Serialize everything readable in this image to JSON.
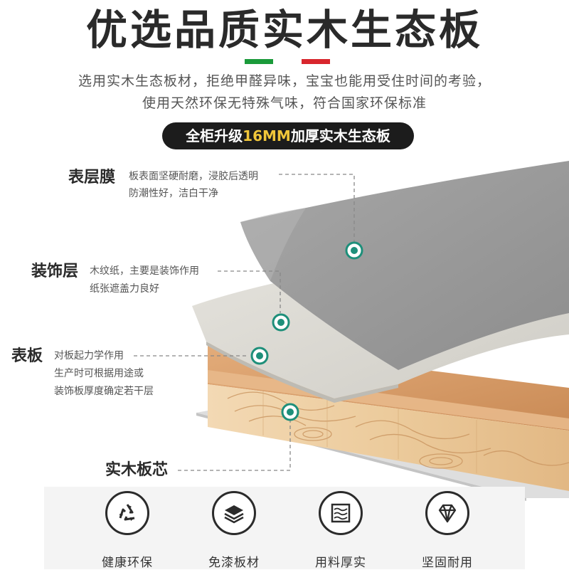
{
  "header": {
    "title": "优选品质实木生态板",
    "subtitle_line1": "选用实木生态板材，拒绝甲醛异味，宝宝也能用受住时间的考验，",
    "subtitle_line2": "使用天然环保无特殊气味，符合国家环保标准",
    "pill_prefix": "全柜升级",
    "pill_highlight": "16MM",
    "pill_suffix": "加厚实木生态板"
  },
  "layers": [
    {
      "title": "表层膜",
      "desc_line1": "板表面坚硬耐磨，浸胶后透明",
      "desc_line2": "防潮性好，洁白干净"
    },
    {
      "title": "装饰层",
      "desc_line1": "木纹纸，主要是装饰作用",
      "desc_line2": "纸张遮盖力良好"
    },
    {
      "title": "表板",
      "desc_line1": "对板起力学作用",
      "desc_line2": "生产时可根据用途或",
      "desc_line3": "装饰板厚度确定若干层"
    },
    {
      "title": "实木板芯"
    }
  ],
  "features": [
    {
      "label": "健康环保",
      "icon": "recycle-icon"
    },
    {
      "label": "免漆板材",
      "icon": "layers-icon"
    },
    {
      "label": "用料厚实",
      "icon": "wood-grain-icon"
    },
    {
      "label": "坚固耐用",
      "icon": "diamond-icon"
    }
  ],
  "colors": {
    "flag_green": "#1a9a3a",
    "flag_red": "#d8262d",
    "marker_teal": "#1e8f7a",
    "pill_bg": "#1c1c1c",
    "pill_highlight": "#f0c63a"
  }
}
